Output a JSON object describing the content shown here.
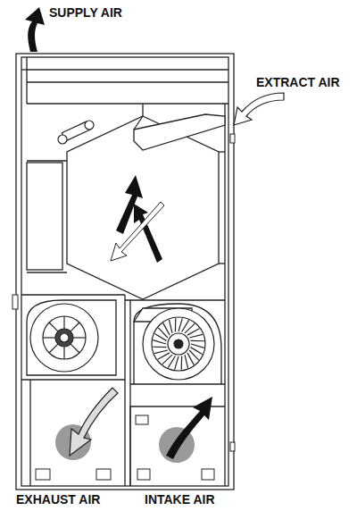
{
  "diagram": {
    "labels": [
      "SUPPLY AIR",
      "EXTRACT AIR",
      "EXHAUST AIR",
      "INTAKE AIR"
    ]
  }
}
